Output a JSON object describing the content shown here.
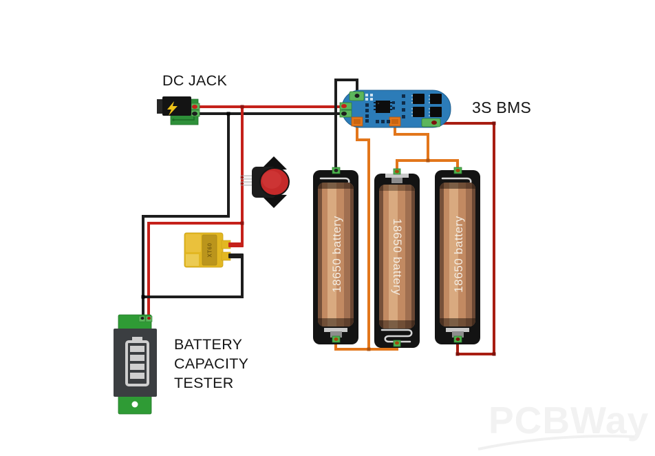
{
  "watermark": "PCBWay",
  "colors": {
    "wire_positive": "#c5211a",
    "wire_negative": "#1d1d1d",
    "wire_balance": "#e2761b",
    "wire_pack_positive": "#a81d12",
    "pcb_green": "#2e9039",
    "bms_blue": "#2c7cb8",
    "pad_green": "#5cb65c",
    "battery_tan": "#c28a62",
    "button_red": "#c52a2a",
    "xt60_yellow": "#e2b722"
  },
  "diagram": {
    "type": "wiring-diagram",
    "components": [
      {
        "id": "dc-jack",
        "label": "DC JACK"
      },
      {
        "id": "bms",
        "label": "3S BMS"
      },
      {
        "id": "push-button",
        "label": ""
      },
      {
        "id": "xt60-connector",
        "label": "XT60"
      },
      {
        "id": "battery-capacity-tester",
        "label_lines": [
          "BATTERY",
          "CAPACITY",
          "TESTER"
        ]
      },
      {
        "id": "battery-1",
        "label": "18650 battery"
      },
      {
        "id": "battery-2",
        "label": "18650 battery"
      },
      {
        "id": "battery-3",
        "label": "18650 battery"
      }
    ],
    "connections": [
      {
        "from": "dc-jack positive",
        "to": "bms P+",
        "wire": "red"
      },
      {
        "from": "dc-jack negative",
        "to": "bms P-",
        "wire": "black"
      },
      {
        "from": "red bus",
        "to": "push-button pins",
        "wire": "red"
      },
      {
        "from": "red bus",
        "to": "battery-capacity-tester positive",
        "wire": "red"
      },
      {
        "from": "red bus",
        "to": "xt60-connector positive",
        "wire": "red"
      },
      {
        "from": "black bus",
        "to": "battery-capacity-tester negative",
        "wire": "black"
      },
      {
        "from": "xt60-connector negative",
        "to": "black bus",
        "wire": "black"
      },
      {
        "from": "battery-1 negative",
        "to": "bms B-",
        "wire": "black"
      },
      {
        "from": "bms B1",
        "to": "battery-1 positive / battery-2 negative junction",
        "wire": "orange"
      },
      {
        "from": "bms B2",
        "to": "battery-2 positive / battery-3 negative junction",
        "wire": "orange"
      },
      {
        "from": "bms B+",
        "to": "battery-3 positive",
        "wire": "dark-red"
      }
    ]
  }
}
